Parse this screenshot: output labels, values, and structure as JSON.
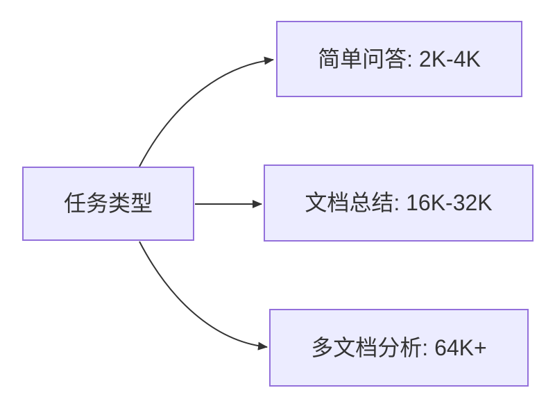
{
  "diagram": {
    "type": "flowchart",
    "direction": "left-to-right",
    "root": {
      "id": "task-type",
      "label": "任务类型"
    },
    "children": [
      {
        "id": "simple-qa",
        "label": "简单问答: 2K-4K"
      },
      {
        "id": "doc-summary",
        "label": "文档总结: 16K-32K"
      },
      {
        "id": "multi-doc-analysis",
        "label": "多文档分析: 64K+"
      }
    ],
    "edges": [
      {
        "from": "task-type",
        "to": "simple-qa"
      },
      {
        "from": "task-type",
        "to": "doc-summary"
      },
      {
        "from": "task-type",
        "to": "multi-doc-analysis"
      }
    ],
    "colors": {
      "node_fill": "#ECECFF",
      "node_border": "#9370DB",
      "edge": "#333333",
      "text": "#333333",
      "background": "#FFFFFF"
    }
  }
}
